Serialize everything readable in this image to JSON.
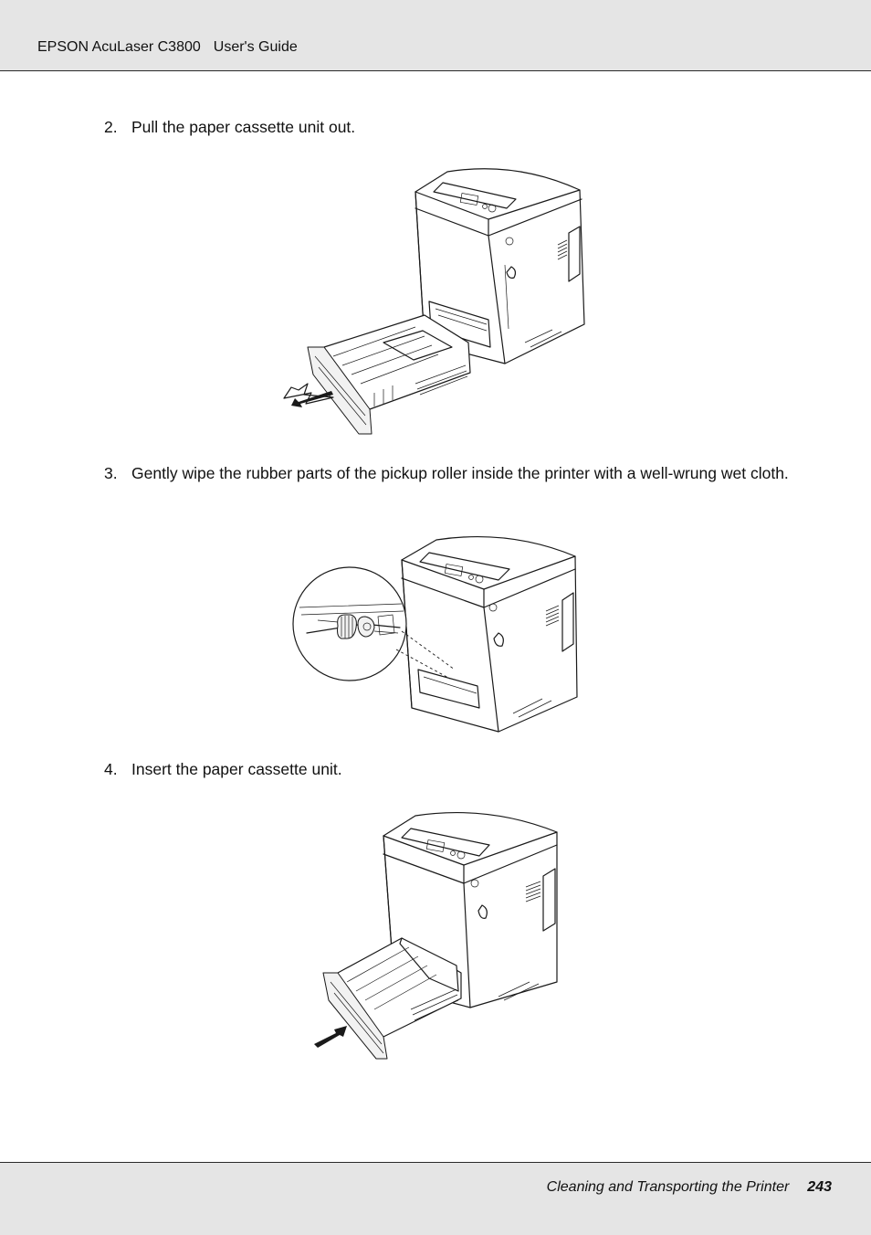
{
  "header": {
    "product": "EPSON AcuLaser C3800",
    "guide": "User's Guide"
  },
  "steps": [
    {
      "number": "2.",
      "text": "Pull the paper cassette unit out."
    },
    {
      "number": "3.",
      "text": "Gently wipe the rubber parts of the pickup roller inside the printer with a well-wrung wet cloth."
    },
    {
      "number": "4.",
      "text": "Insert the paper cassette unit."
    }
  ],
  "footer": {
    "section": "Cleaning and Transporting the Printer",
    "page": "243"
  }
}
